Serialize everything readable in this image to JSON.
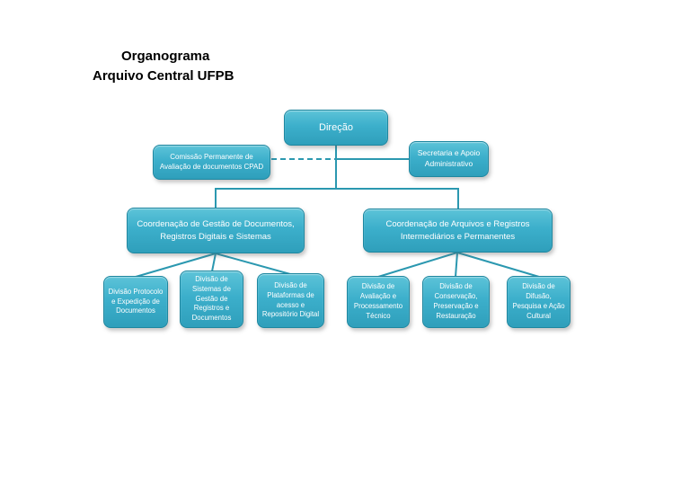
{
  "title": {
    "line1": "Organograma",
    "line2": "Arquivo Central UFPB"
  },
  "orgchart": {
    "direcao": {
      "label": "Direção"
    },
    "cpad": {
      "label": "Comissão Permanente de Avaliação de documentos CPAD"
    },
    "secretaria": {
      "label": "Secretaria e Apoio Administrativo"
    },
    "coordenacoes": [
      {
        "label": "Coordenação de Gestão de Documentos, Registros Digitais e Sistemas"
      },
      {
        "label": "Coordenação de Arquivos e Registros Intermediários e Permanentes"
      }
    ],
    "divisoes": [
      {
        "label": "Divisão Protocolo e Expedição de Documentos"
      },
      {
        "label": "Divisão de Sistemas de Gestão de Registros e Documentos"
      },
      {
        "label": "Divisão de Plataformas de acesso e Repositório Digital"
      },
      {
        "label": "Divisão de Avaliação e Processamento Técnico"
      },
      {
        "label": "Divisão de Conservação, Preservação e Restauração"
      },
      {
        "label": "Divisão de Difusão, Pesquisa e Ação Cultural"
      }
    ],
    "colors": {
      "box_fill": "#3CAFCB",
      "box_border": "#1E87A0",
      "connector": "#2B98B0",
      "text": "#FFFFFF"
    }
  }
}
